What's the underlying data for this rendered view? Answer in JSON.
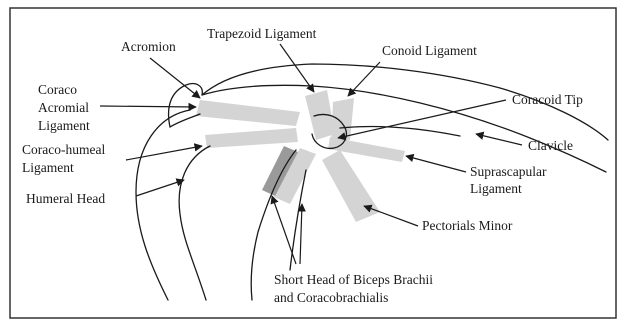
{
  "diagram": {
    "labels": {
      "acromion": "Acromion",
      "trapezoid_ligament": "Trapezoid Ligament",
      "conoid_ligament": "Conoid Ligament",
      "coraco_acromial_1": "Coraco",
      "coraco_acromial_2": "Acromial",
      "coraco_acromial_3": "Ligament",
      "coracoid_tip": "Coracoid Tip",
      "coraco_humeal_1": "Coraco-humeal",
      "coraco_humeal_2": "Ligament",
      "clavicle": "Clavicle",
      "suprascapular_1": "Suprascapular",
      "suprascapular_2": "Ligament",
      "humeral_head": "Humeral Head",
      "pectoralis_minor": "Pectorials Minor",
      "short_head_1": "Short Head of Biceps Brachii",
      "short_head_2": "and Coracobrachialis"
    },
    "colors": {
      "line": "#1a1a1a",
      "ligament_light": "#d4d4d4",
      "ligament_dark": "#9a9a9a",
      "background": "#ffffff",
      "frame": "#333333"
    }
  }
}
